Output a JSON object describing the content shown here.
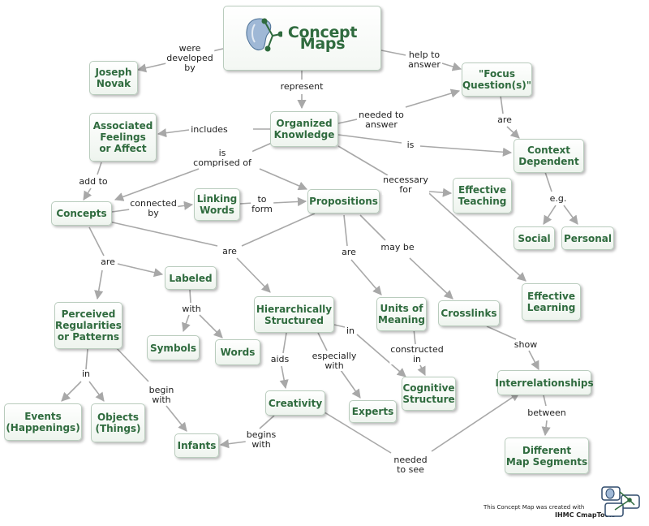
{
  "title": "Concept Maps",
  "nodes": {
    "joseph_novak": "Joseph\nNovak",
    "focus_questions": "\"Focus\nQuestion(s)\"",
    "associated_feelings": "Associated\nFeelings\nor Affect",
    "organized_knowledge": "Organized\nKnowledge",
    "context_dependent": "Context\nDependent",
    "concepts": "Concepts",
    "linking_words": "Linking\nWords",
    "propositions": "Propositions",
    "effective_teaching": "Effective\nTeaching",
    "social": "Social",
    "personal": "Personal",
    "labeled": "Labeled",
    "effective_learning": "Effective\nLearning",
    "perceived_regularities": "Perceived\nRegularities\nor Patterns",
    "hierarchically_structured": "Hierarchically\nStructured",
    "units_of_meaning": "Units of\nMeaning",
    "crosslinks": "Crosslinks",
    "symbols": "Symbols",
    "words": "Words",
    "cognitive_structure": "Cognitive\nStructure",
    "interrelationships": "Interrelationships",
    "creativity": "Creativity",
    "events": "Events\n(Happenings)",
    "objects": "Objects\n(Things)",
    "experts": "Experts",
    "infants": "Infants",
    "different_map_segments": "Different\nMap Segments"
  },
  "links": {
    "were_developed_by": "were\ndeveloped\nby",
    "help_to_answer": "help to\nanswer",
    "represent": "represent",
    "needed_to_answer": "needed to\nanswer",
    "are_context": "are",
    "includes": "includes",
    "is": "is",
    "is_comprised_of": "is\ncomprised of",
    "add_to": "add to",
    "necessary_for": "necessary\nfor",
    "eg": "e.g.",
    "connected_by": "connected\nby",
    "to_form": "to\nform",
    "are_props": "are",
    "may_be": "may be",
    "are_units": "are",
    "are_labeled": "are",
    "with": "with",
    "in_hier": "in",
    "constructed_in": "constructed\nin",
    "show": "show",
    "aids": "aids",
    "especially_with": "especially\nwith",
    "in_events": "in",
    "begin_with": "begin\nwith",
    "between": "between",
    "begins_with": "begins\nwith",
    "needed_to_see": "needed\nto see"
  },
  "footer": {
    "line1": "This Concept Map was created with",
    "line2": "IHMC CmapTools"
  },
  "colors": {
    "node_text": "#2f6b3e",
    "node_border": "#b9ccbd",
    "node_fill": "#eef4ee",
    "arrow": "#a8a8a8",
    "link_text": "#1e1e1e"
  },
  "icons": [
    "concept-map-logo-icon",
    "cmaptools-logo-icon"
  ]
}
